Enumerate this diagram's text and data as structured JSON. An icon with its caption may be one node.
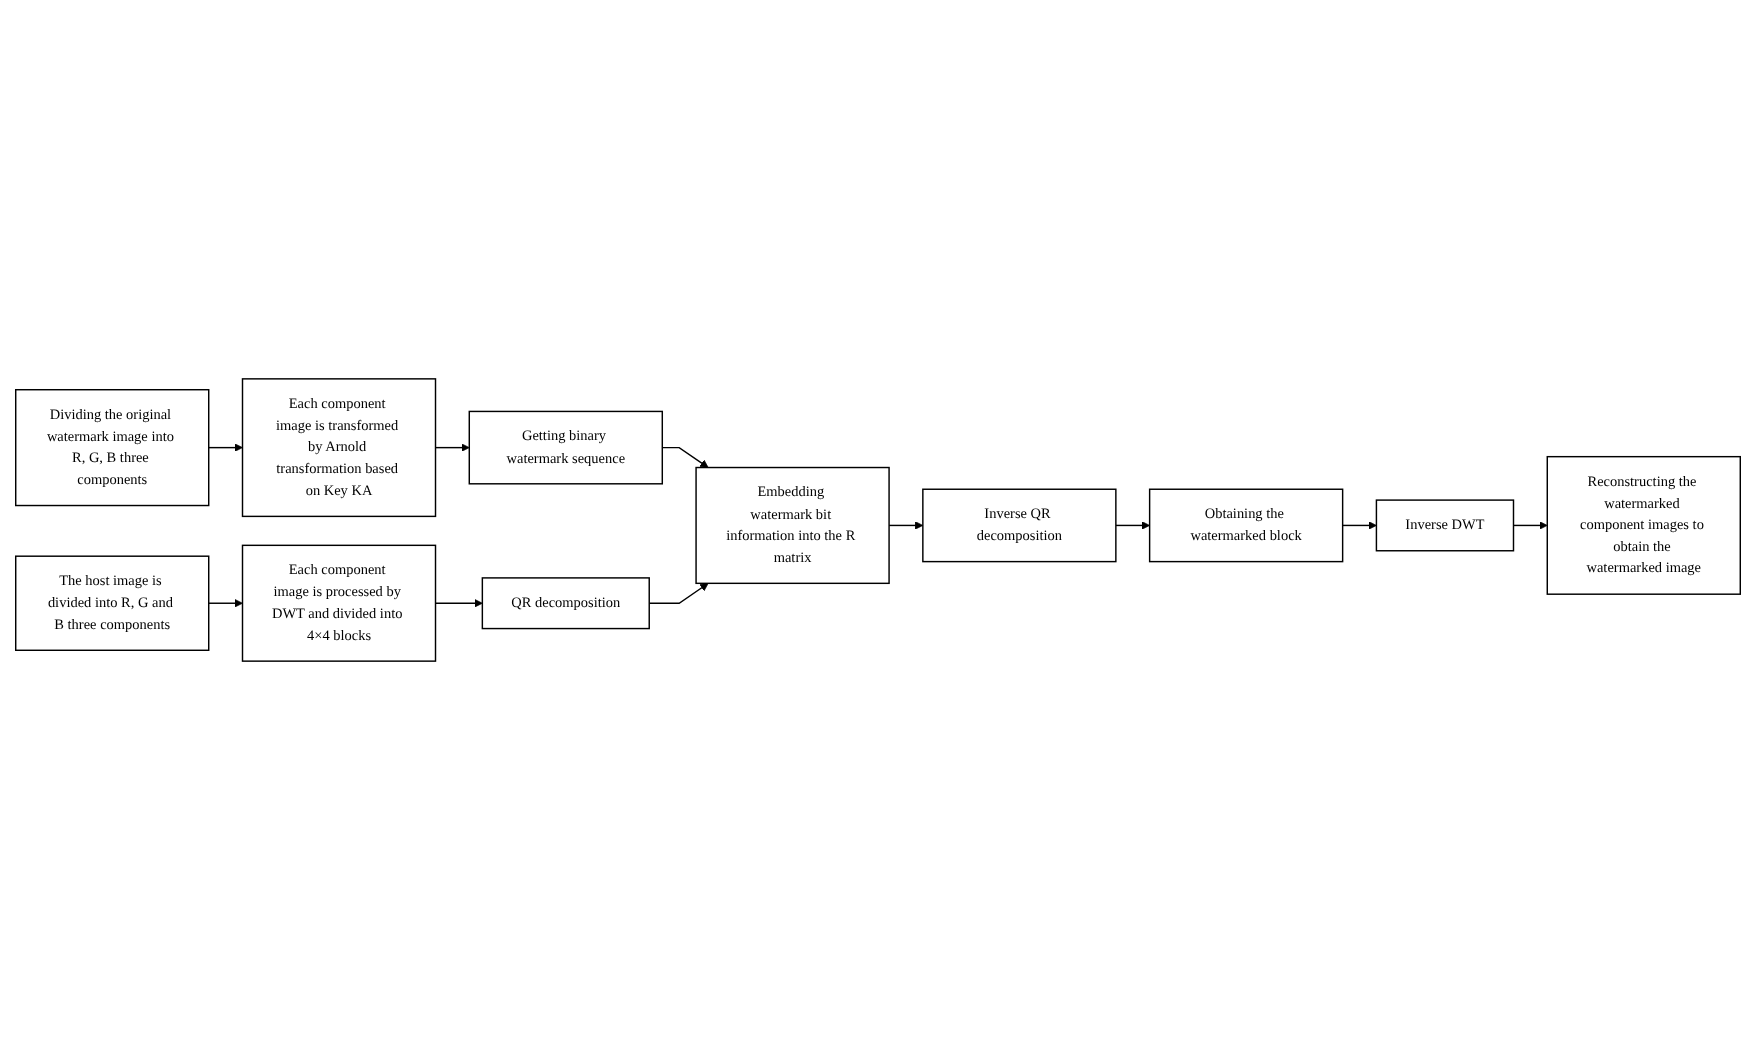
{
  "diagram": {
    "nodes": [
      {
        "text": [
          "Dividing the original watermark image into R, G, B three components"
        ]
      },
      {
        "text": [
          "Each component image is transformed by Arnold transformation based on Key KA"
        ]
      },
      {
        "text": [
          "Getting binary watermark sequence"
        ]
      },
      {
        "text": [
          "The host image is divided into R, G and B three components"
        ]
      },
      {
        "text": [
          "Each component image is processed by DWT and divided into 4×4 blocks"
        ]
      },
      {
        "text": [
          "QR decomposition"
        ]
      },
      {
        "text": [
          "Embedding watermark bit information into the R matrix"
        ]
      },
      {
        "text": [
          "Inverse QR decomposition"
        ]
      },
      {
        "text": [
          "Obtaining the watermarked block"
        ]
      },
      {
        "text": [
          "Inverse DWT"
        ]
      },
      {
        "text": [
          "Reconstructing the watermarked component images to obtain the watermarked image"
        ]
      }
    ],
    "edges": [
      {
        "from": 0,
        "to": 1,
        "arrow": "to"
      },
      {
        "from": 1,
        "to": 2,
        "arrow": "to"
      },
      {
        "from": 2,
        "to": 6,
        "arrow": "to"
      },
      {
        "from": 3,
        "to": 4,
        "arrow": "to"
      },
      {
        "from": 4,
        "to": 5,
        "arrow": "to"
      },
      {
        "from": 5,
        "to": 6,
        "arrow": "to"
      },
      {
        "from": 6,
        "to": 7,
        "arrow": "to"
      },
      {
        "from": 7,
        "to": 8,
        "arrow": "to"
      },
      {
        "from": 8,
        "to": 9,
        "arrow": "to"
      },
      {
        "from": 9,
        "to": 10,
        "arrow": "to"
      }
    ]
  }
}
